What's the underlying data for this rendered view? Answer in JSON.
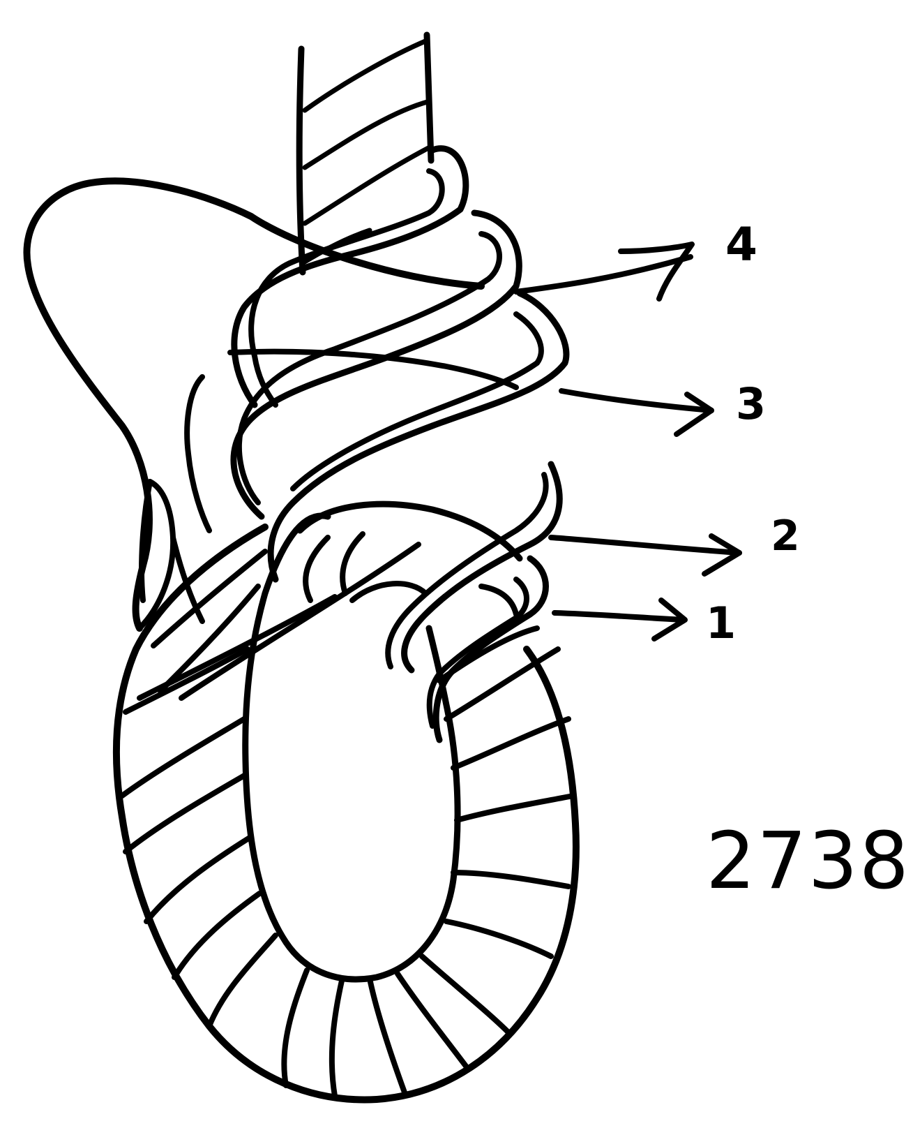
{
  "labels": {
    "strand_4": "4",
    "strand_3": "3",
    "strand_2": "2",
    "strand_1": "1"
  },
  "figure_number": "2738",
  "colors": {
    "ink": "#000000",
    "background": "#ffffff"
  }
}
